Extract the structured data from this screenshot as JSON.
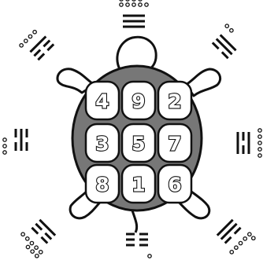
{
  "figure": {
    "type": "lo-shu-square-turtle",
    "colors": {
      "ink": "#111111",
      "shell": "#777777",
      "paper": "#ffffff"
    }
  },
  "magic_square": [
    [
      "4",
      "9",
      "2"
    ],
    [
      "3",
      "5",
      "7"
    ],
    [
      "8",
      "1",
      "6"
    ]
  ],
  "trigrams": [
    {
      "position": "top",
      "lines": [
        "solid",
        "solid",
        "solid"
      ],
      "dots": 9
    },
    {
      "position": "top-right",
      "lines": [
        "solid",
        "solid",
        "broken"
      ],
      "dots": 2
    },
    {
      "position": "right",
      "lines": [
        "solid",
        "broken",
        "solid"
      ],
      "dots": 7
    },
    {
      "position": "bottom-right",
      "lines": [
        "broken",
        "solid",
        "solid"
      ],
      "dots": 6
    },
    {
      "position": "bottom",
      "lines": [
        "broken",
        "broken",
        "broken"
      ],
      "dots": 1
    },
    {
      "position": "bottom-left",
      "lines": [
        "broken",
        "broken",
        "solid"
      ],
      "dots": 8
    },
    {
      "position": "left",
      "lines": [
        "broken",
        "solid",
        "broken"
      ],
      "dots": 3
    },
    {
      "position": "top-left",
      "lines": [
        "solid",
        "broken",
        "broken"
      ],
      "dots": 4
    }
  ]
}
